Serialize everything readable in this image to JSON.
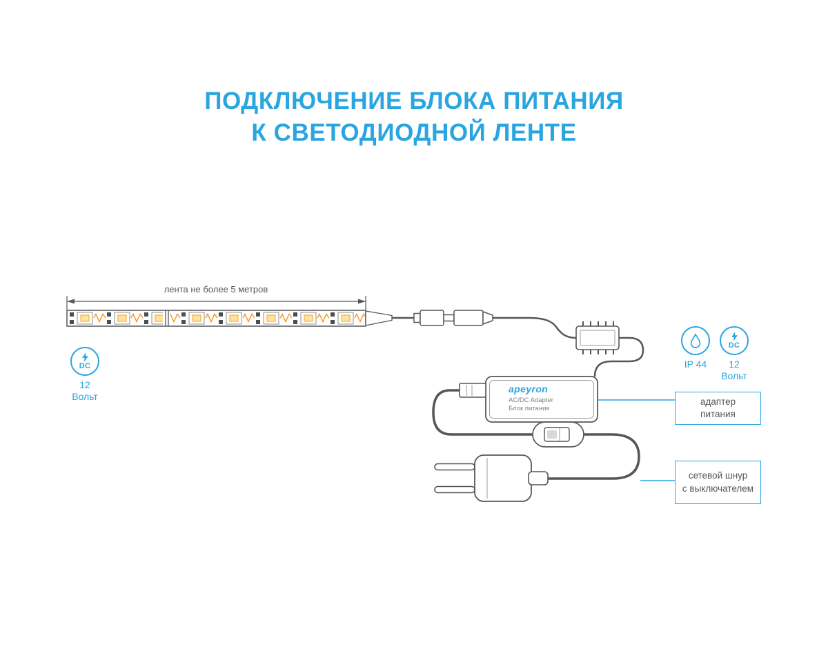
{
  "title": {
    "line1": "ПОДКЛЮЧЕНИЕ БЛОКА ПИТАНИЯ",
    "line2": "К СВЕТОДИОДНОЙ ЛЕНТЕ"
  },
  "strip": {
    "dimension_label": "лента не более 5 метров"
  },
  "badges": {
    "dc_left": {
      "abbr": "DC",
      "line1": "12",
      "line2": "Вольт"
    },
    "ip": {
      "label": "IP 44"
    },
    "dc_right": {
      "abbr": "DC",
      "line1": "12",
      "line2": "Вольт"
    }
  },
  "adapter": {
    "brand": "apeyron",
    "type": "AC/DC Adapter",
    "name": "Блок питания"
  },
  "callouts": {
    "adapter": {
      "line1": "адаптер",
      "line2": "питания"
    },
    "cord": {
      "line1": "сетевой шнур",
      "line2": "с выключателем"
    }
  },
  "colors": {
    "accent": "#29a5e0",
    "line": "#55565b",
    "trace_orange": "#f7941d",
    "led_fill": "#ffe49a"
  }
}
